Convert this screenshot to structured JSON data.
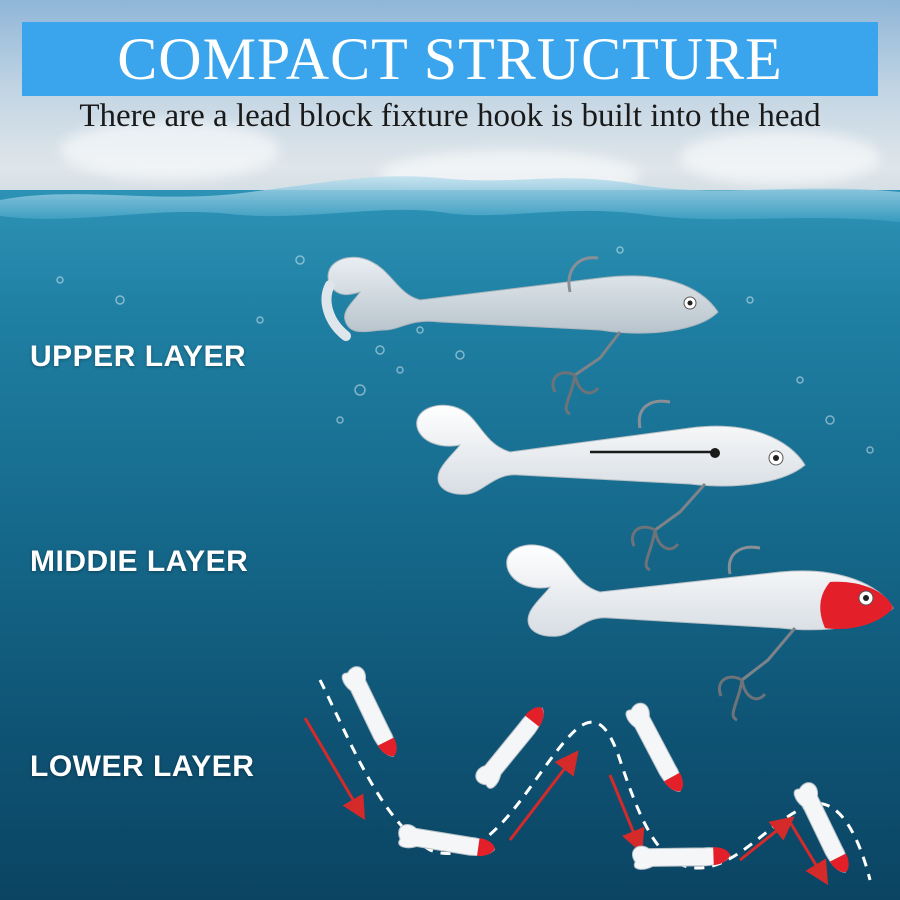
{
  "banner": {
    "title": "COMPACT STRUCTURE"
  },
  "subtitle": "There are a lead block fixture hook is built into the head",
  "layers": {
    "upper": "UPPER LAYER",
    "middle": "MIDDIE LAYER",
    "lower": "LOWER LAYER"
  },
  "colors": {
    "banner": "#3aa5ec",
    "sea_top": "#2d93b6",
    "sea_bottom": "#0b4463",
    "lure_white": "#f4f6f8",
    "lure_red_head": "#e3202a",
    "arrow_red": "#d42a2a"
  },
  "icons": [
    "fishing-lure-icon",
    "treble-hook-icon",
    "swim-path-icon",
    "direction-arrow-icon"
  ]
}
